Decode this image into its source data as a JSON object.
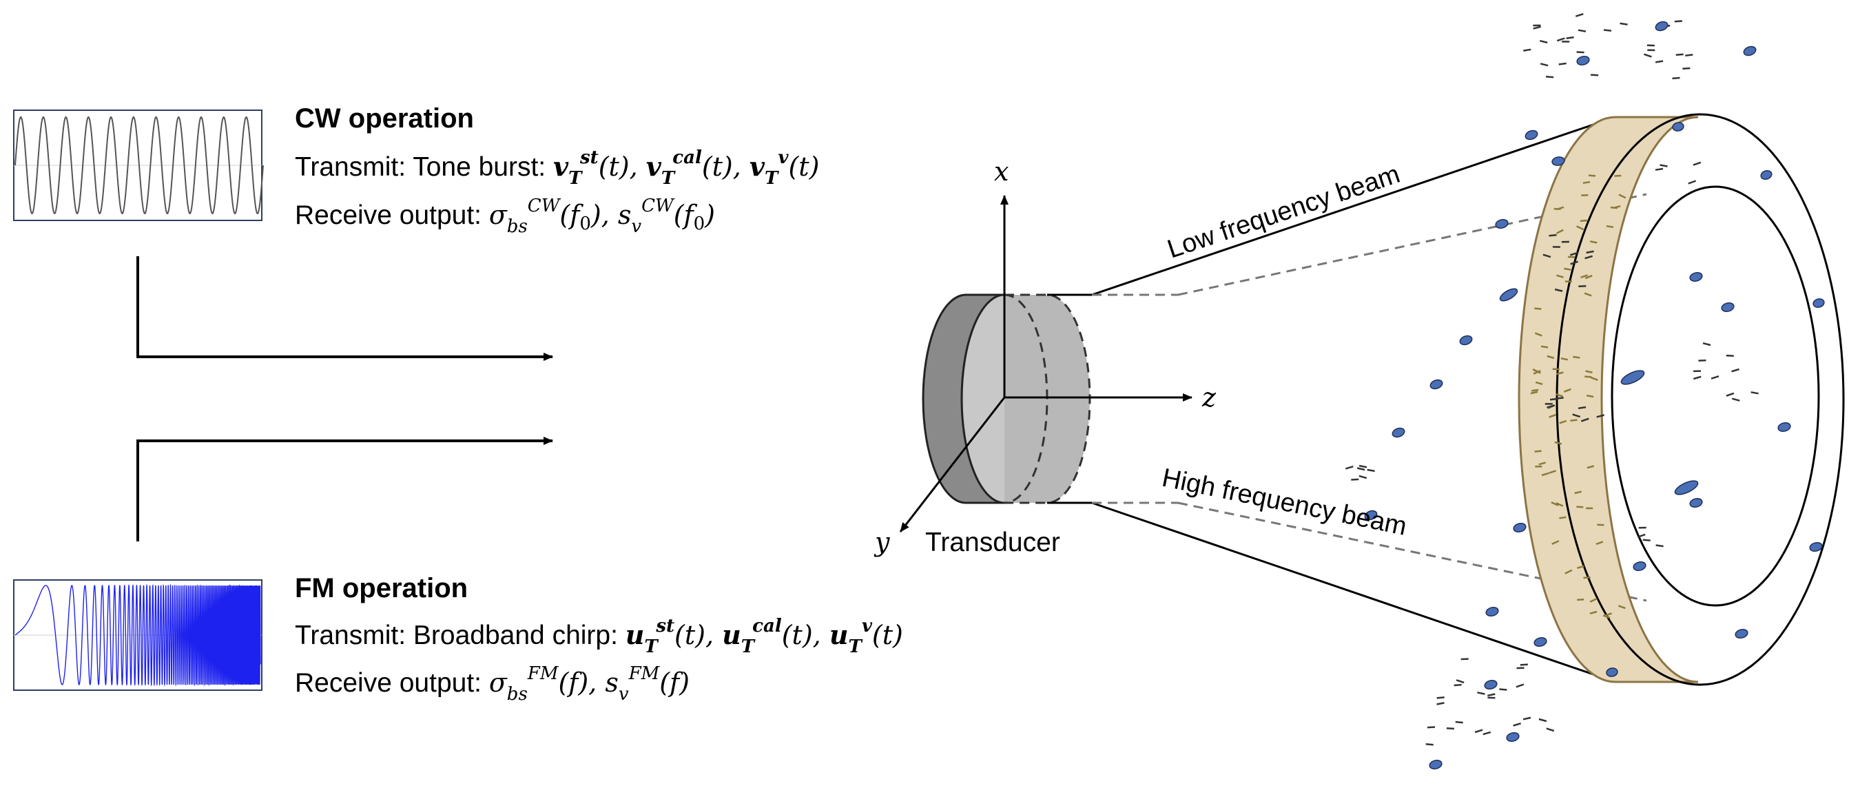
{
  "cw": {
    "heading": "CW operation",
    "transmit_prefix": "Transmit: Tone burst: ",
    "receive_prefix": "Receive output: ",
    "signal_icon": "sine-wave-icon"
  },
  "fm": {
    "heading": "FM operation",
    "transmit_prefix": "Transmit: Broadband chirp: ",
    "receive_prefix": "Receive output: ",
    "signal_icon": "chirp-wave-icon"
  },
  "diagram": {
    "axis_x": "x",
    "axis_y": "y",
    "axis_z": "z",
    "transducer_label": "Transducer",
    "low_beam_label": "Low frequency beam",
    "high_beam_label": "High frequency beam",
    "colors": {
      "scatterer_fill": "#4a6fb5",
      "scatterer_stroke": "#1f2f5a",
      "shell_fill": "#e6d8b8",
      "shell_stroke": "#8c7445",
      "transducer_dark": "#8a8a8a",
      "transducer_light": "#c8c8c8",
      "chirp_blue": "#1e22ee"
    }
  }
}
